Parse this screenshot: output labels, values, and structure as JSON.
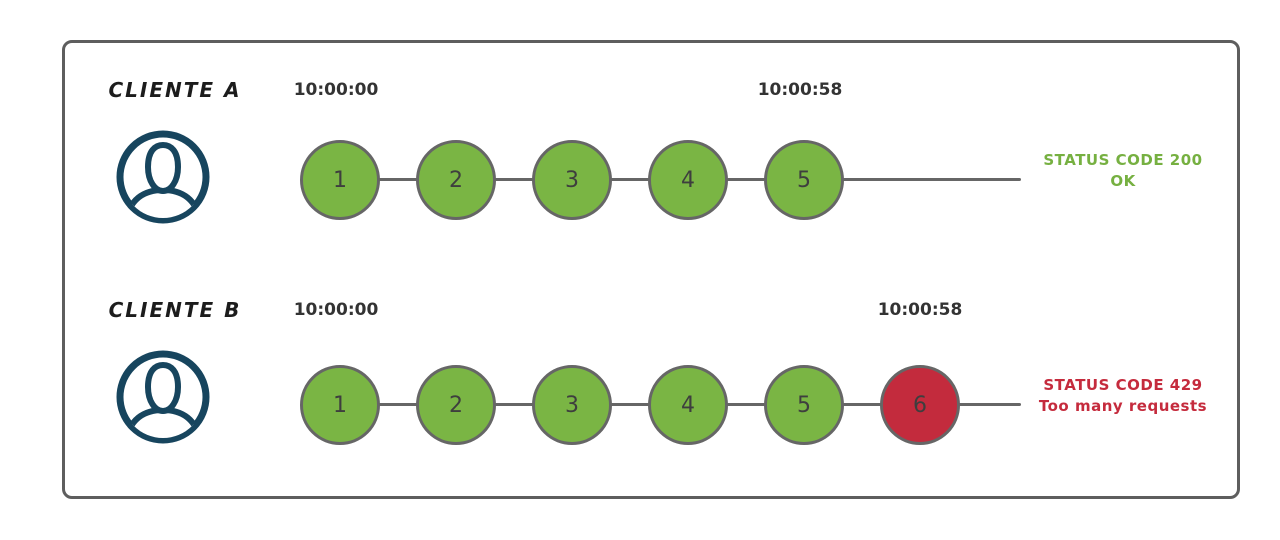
{
  "colors": {
    "green": "#7ab544",
    "red": "#c32b3d",
    "navy": "#17455e",
    "connector_gray": "#666666",
    "frame_gray": "#5e5e5e",
    "status_green": "#76b041",
    "status_red": "#c52b3d"
  },
  "clients": [
    {
      "name": "CLIENTE A",
      "start_time": "10:00:00",
      "end_time": "10:00:58",
      "requests": [
        {
          "label": "1",
          "state": "allowed"
        },
        {
          "label": "2",
          "state": "allowed"
        },
        {
          "label": "3",
          "state": "allowed"
        },
        {
          "label": "4",
          "state": "allowed"
        },
        {
          "label": "5",
          "state": "allowed"
        }
      ],
      "status_line1": "STATUS CODE 200",
      "status_line2": "OK",
      "status_type": "success"
    },
    {
      "name": "CLIENTE B",
      "start_time": "10:00:00",
      "end_time": "10:00:58",
      "requests": [
        {
          "label": "1",
          "state": "allowed"
        },
        {
          "label": "2",
          "state": "allowed"
        },
        {
          "label": "3",
          "state": "allowed"
        },
        {
          "label": "4",
          "state": "allowed"
        },
        {
          "label": "5",
          "state": "allowed"
        },
        {
          "label": "6",
          "state": "blocked"
        }
      ],
      "status_line1": "STATUS CODE 429",
      "status_line2": "Too many requests",
      "status_type": "error"
    }
  ]
}
